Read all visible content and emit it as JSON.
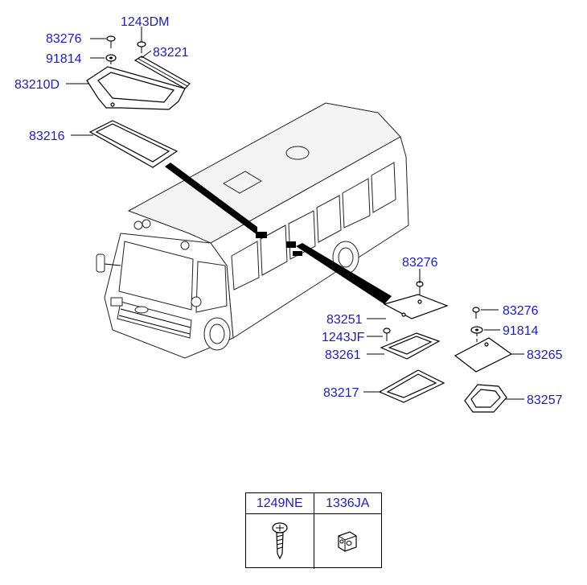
{
  "labels": {
    "p83276_top": "83276",
    "p1243DM": "1243DM",
    "p91814_top": "91814",
    "p83221": "83221",
    "p83210D": "83210D",
    "p83216": "83216",
    "p83276_mid": "83276",
    "p83251": "83251",
    "p1243JF": "1243JF",
    "p83261": "83261",
    "p83217": "83217",
    "p83276_right": "83276",
    "p91814_right": "91814",
    "p83265": "83265",
    "p83257": "83257"
  },
  "legend": {
    "col1": "1249NE",
    "col2": "1336JA"
  },
  "colors": {
    "label": "#1a1acd",
    "line": "#000000"
  },
  "icons": [
    "screw-icon",
    "clip-icon"
  ]
}
